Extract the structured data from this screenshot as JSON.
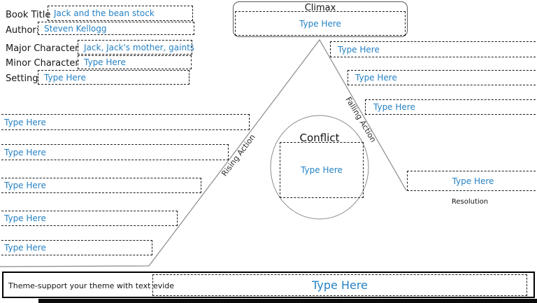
{
  "colors": {
    "accent_blue": "#2682c5",
    "line_gray": "#8a8a8a",
    "border_black": "#1c1c1c"
  },
  "book_info": {
    "fields": [
      {
        "label": "Book Title",
        "value": "Jack and the bean stock"
      },
      {
        "label": "Author:",
        "value": "Steven Kellogg"
      },
      {
        "label": "Major Character",
        "value": "Jack, Jack's mother, gaints"
      },
      {
        "label": "Minor Character",
        "value": "Type Here"
      },
      {
        "label": "Setting",
        "value": "Type Here"
      }
    ]
  },
  "climax": {
    "title": "Climax",
    "value": "Type Here"
  },
  "conflict": {
    "title": "Conflict",
    "value": "Type Here"
  },
  "plot_labels": {
    "rising": "Rising Action",
    "falling": "Falling Action",
    "resolution": "Resolution"
  },
  "resolution": {
    "value": "Type Here"
  },
  "left_boxes": [
    "Type Here",
    "Type Here",
    "Type Here",
    "Type Here",
    "Type Here"
  ],
  "right_boxes": [
    "Type Here",
    "Type Here",
    "Type Here"
  ],
  "theme": {
    "label": "Theme-support your theme with text evide",
    "value": "Type Here"
  }
}
